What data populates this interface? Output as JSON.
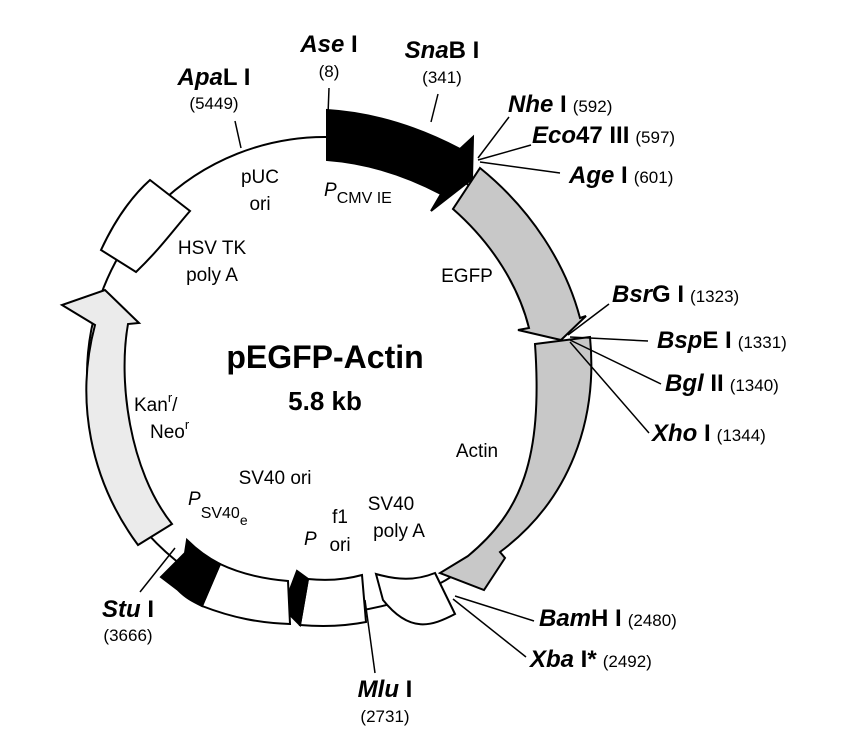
{
  "plasmid": {
    "name": "pEGFP-Actin",
    "size": "5.8 kb"
  },
  "features": {
    "puc_ori": [
      "pUC",
      "ori"
    ],
    "pcmv": {
      "main": "P",
      "sub": "CMV  IE"
    },
    "egfp": "EGFP",
    "actin": "Actin",
    "sv40_polya": [
      "SV40",
      "poly A"
    ],
    "f1_ori": [
      "f1",
      "ori"
    ],
    "p_small": "P",
    "sv40_ori": "SV40 ori",
    "psv40": {
      "main": "P",
      "sub": "SV40",
      "subsub": "e"
    },
    "kan_neo": {
      "kan": "Kan",
      "neo": "Neo",
      "sup": "r",
      "slash": "/"
    },
    "hsv_tk": [
      "HSV TK",
      "poly A"
    ]
  },
  "sites": {
    "ase": {
      "italic": "Ase",
      "rest": " I",
      "pos": "(8)"
    },
    "snab": {
      "italic": "Sna",
      "rest": "B I",
      "pos": "(341)"
    },
    "apal": {
      "italic": "Apa",
      "rest": "L I",
      "pos": "(5449)"
    },
    "nhe": {
      "italic": "Nhe",
      "rest": " I",
      "pos": "(592)"
    },
    "eco47": {
      "italic": "Eco",
      "rest": "47 III",
      "pos": "(597)"
    },
    "age": {
      "italic": "Age",
      "rest": " I",
      "pos": "(601)"
    },
    "bsrg": {
      "italic": "Bsr",
      "rest": "G I",
      "pos": "(1323)"
    },
    "bspe": {
      "italic": "Bsp",
      "rest": "E I",
      "pos": "(1331)"
    },
    "bgl": {
      "italic": "Bgl",
      "rest": " II",
      "pos": "(1340)"
    },
    "xho": {
      "italic": "Xho",
      "rest": " I",
      "pos": "(1344)"
    },
    "bamh": {
      "italic": "Bam",
      "rest": "H I",
      "pos": "(2480)"
    },
    "xba": {
      "italic": "Xba",
      "rest": " I*",
      "pos": "(2492)"
    },
    "mlu": {
      "italic": "Mlu",
      "rest": " I",
      "pos": "(2731)"
    },
    "stu": {
      "italic": "Stu",
      "rest": " I",
      "pos": "(3666)"
    }
  },
  "colors": {
    "black": "#000000",
    "gray": "#c8c8c8",
    "light": "#ebebeb",
    "white": "#ffffff"
  }
}
